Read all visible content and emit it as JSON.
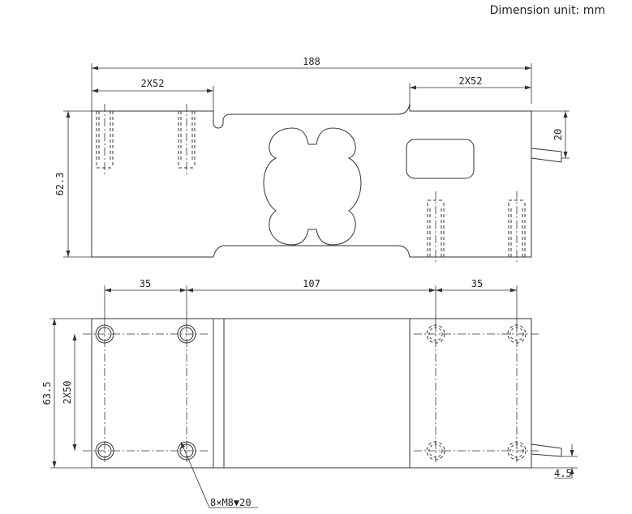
{
  "unit_label": "Dimension unit: mm",
  "dims": {
    "total_length": "188",
    "hole_spacing_left": "2X52",
    "hole_spacing_right": "2X52",
    "height": "62.3",
    "cable_offset": "20",
    "edge_left": "35",
    "center_span": "107",
    "edge_right": "35",
    "width": "63.5",
    "hole_spacing_vertical": "2X50",
    "cable_offset_bottom": "4.5",
    "thread_callout": "8×M8▼20"
  }
}
